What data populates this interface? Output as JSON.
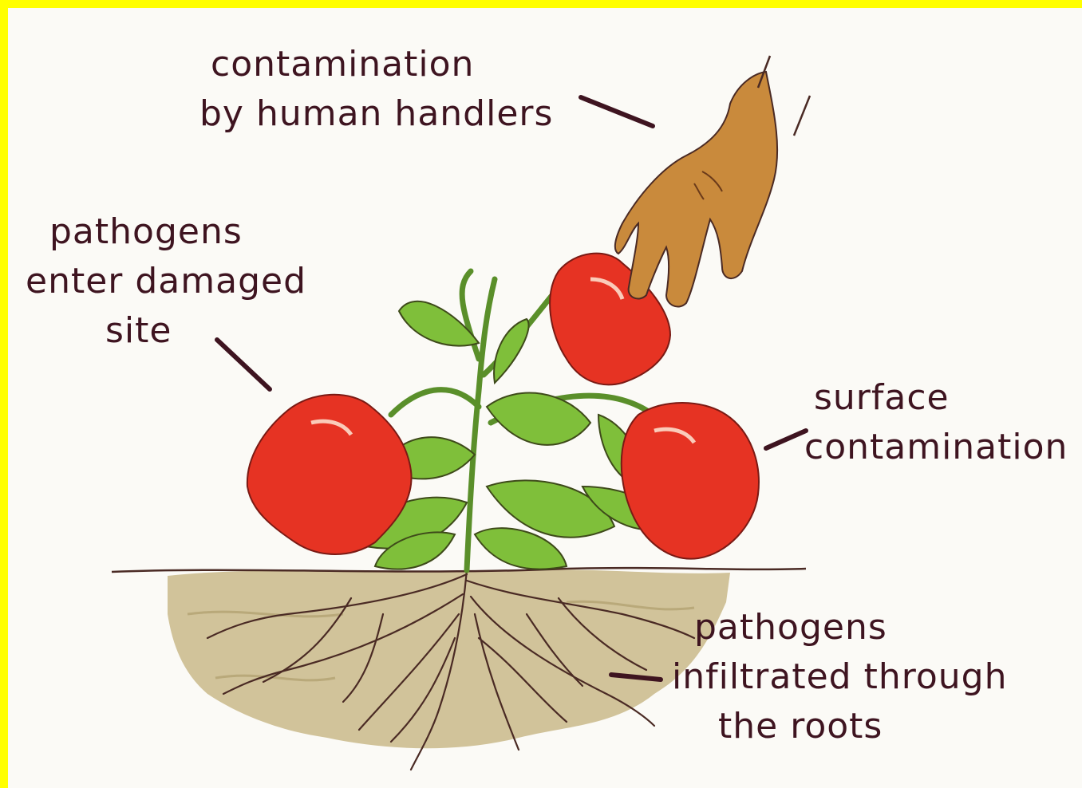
{
  "labels": {
    "human_handlers": {
      "line1": "contamination",
      "line2": "by human handlers"
    },
    "damaged_site": {
      "line1": "pathogens",
      "line2": "enter damaged",
      "line3": "site"
    },
    "surface": {
      "line1": "surface",
      "line2": "contamination"
    },
    "roots": {
      "line1": "pathogens",
      "line2": "infiltrated through",
      "line3": "the roots"
    }
  },
  "colors": {
    "ink": "#3e1420",
    "pepper": "#e63323",
    "leaf": "#7fbf3a",
    "soil": "#c9b98a",
    "skin": "#c98a3c",
    "border": "#ffff00"
  },
  "icons": [
    "hand-icon",
    "pepper-plant-icon",
    "roots-icon"
  ]
}
